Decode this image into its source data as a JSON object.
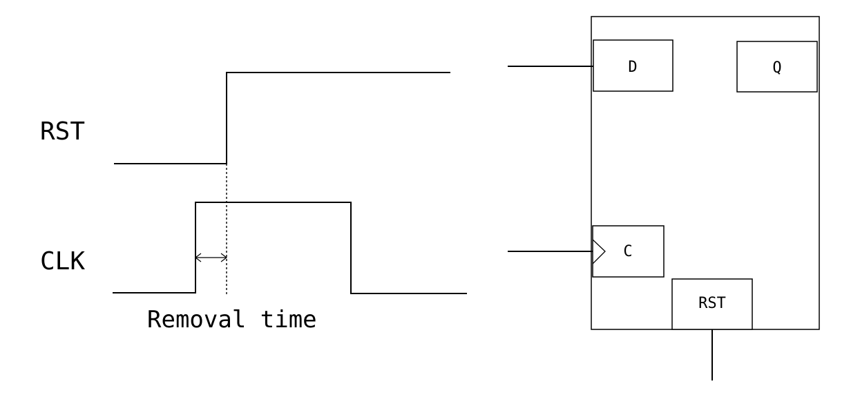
{
  "timing": {
    "rst_label": "RST",
    "clk_label": "CLK",
    "annotation": "Removal time"
  },
  "flipflop": {
    "d_label": "D",
    "q_label": "Q",
    "c_label": "C",
    "rst_label": "RST"
  },
  "colors": {
    "stroke": "#000000",
    "background": "#ffffff"
  }
}
